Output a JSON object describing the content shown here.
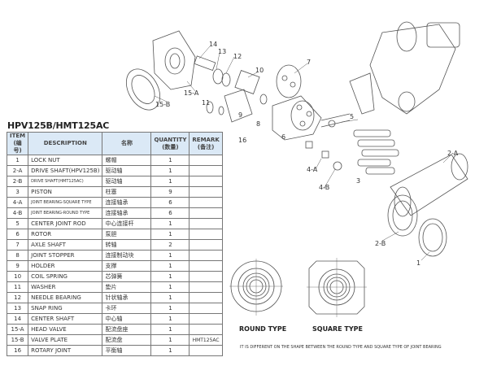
{
  "title": "HPV125B/HMT125AC",
  "table": {
    "headers": [
      "ITEM\n(编号)",
      "DESCRIPTION",
      "名称",
      "QUANTITY\n(数量)",
      "REMARK\n(备注)"
    ],
    "rows": [
      {
        "item": "1",
        "desc": "LOCK NUT",
        "name": "螺帽",
        "qty": "1",
        "remark": ""
      },
      {
        "item": "2-A",
        "desc": "DRIVE SHAFT(HPV125B)",
        "name": "驱动轴",
        "qty": "1",
        "remark": ""
      },
      {
        "item": "2-B",
        "desc": "DRIVE SHAFT(HMT125AC)",
        "name": "驱动轴",
        "qty": "1",
        "remark": ""
      },
      {
        "item": "3",
        "desc": "PISTON",
        "name": "柱塞",
        "qty": "9",
        "remark": ""
      },
      {
        "item": "4-A",
        "desc": "JOINT BEARING-SQUARE TYPE",
        "name": "连接轴承",
        "qty": "6",
        "remark": ""
      },
      {
        "item": "4-B",
        "desc": "JOINT BEARING-ROUND TYPE",
        "name": "连接轴承",
        "qty": "6",
        "remark": ""
      },
      {
        "item": "5",
        "desc": "CENTER JOINT ROD",
        "name": "中心连接杆",
        "qty": "1",
        "remark": ""
      },
      {
        "item": "6",
        "desc": "ROTOR",
        "name": "泵胆",
        "qty": "1",
        "remark": ""
      },
      {
        "item": "7",
        "desc": "AXLE SHAFT",
        "name": "转轴",
        "qty": "2",
        "remark": ""
      },
      {
        "item": "8",
        "desc": "JOINT STOPPER",
        "name": "连接制动块",
        "qty": "1",
        "remark": ""
      },
      {
        "item": "9",
        "desc": "HOLDER",
        "name": "支撑",
        "qty": "1",
        "remark": ""
      },
      {
        "item": "10",
        "desc": "COIL SPRING",
        "name": "芯弹簧",
        "qty": "1",
        "remark": ""
      },
      {
        "item": "11",
        "desc": "WASHER",
        "name": "垫片",
        "qty": "1",
        "remark": ""
      },
      {
        "item": "12",
        "desc": "NEEDLE BEARING",
        "name": "针状轴承",
        "qty": "1",
        "remark": ""
      },
      {
        "item": "13",
        "desc": "SNAP RING",
        "name": "卡环",
        "qty": "1",
        "remark": ""
      },
      {
        "item": "14",
        "desc": "CENTER SHAFT",
        "name": "中心轴",
        "qty": "1",
        "remark": ""
      },
      {
        "item": "15-A",
        "desc": "HEAD VALVE",
        "name": "配流盘座",
        "qty": "1",
        "remark": ""
      },
      {
        "item": "15-B",
        "desc": "VALVE PLATE",
        "name": "配流盘",
        "qty": "1",
        "remark": "HMT125AC"
      },
      {
        "item": "16",
        "desc": "ROTARY JOINT",
        "name": "平衡轴",
        "qty": "1",
        "remark": ""
      }
    ]
  },
  "diagram": {
    "labels": [
      "14",
      "13",
      "12",
      "10",
      "7",
      "15-A",
      "15-B",
      "11",
      "9",
      "8",
      "16",
      "6",
      "5",
      "4-A",
      "4-B",
      "3",
      "2-A",
      "2-B",
      "1"
    ],
    "round_type": "ROUND TYPE",
    "square_type": "SQUARE TYPE",
    "note": "IT IS DIFFERENT ON THE SHAPE BETWEEN THE ROUND TYPE AND SQUARE TYPE OF JOINT BEARING"
  }
}
